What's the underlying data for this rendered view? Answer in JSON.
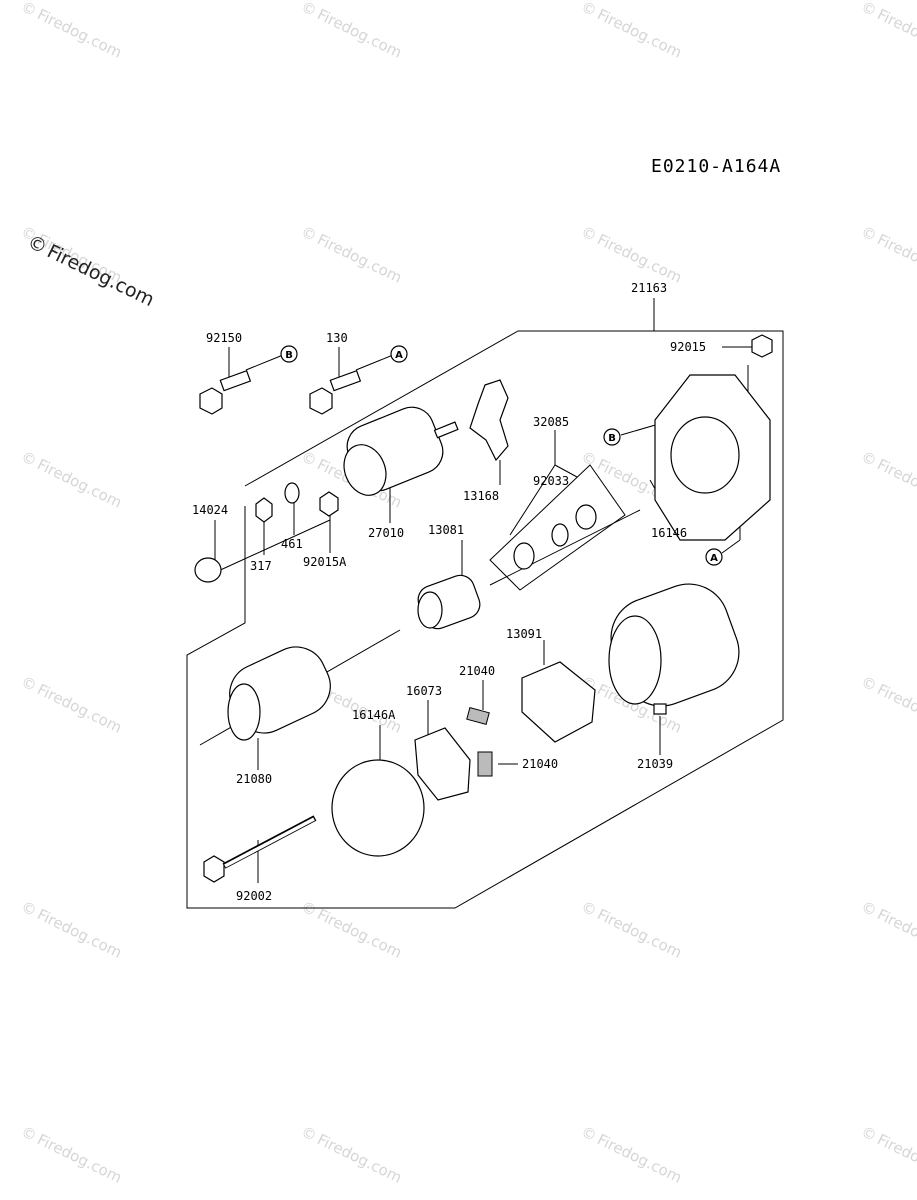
{
  "watermark": {
    "text": "Firedog.com",
    "symbol": "©"
  },
  "diagram": {
    "code": "E0210-A164A",
    "parts": [
      {
        "id": "21163",
        "label": "21163"
      },
      {
        "id": "92150",
        "label": "92150"
      },
      {
        "id": "130",
        "label": "130"
      },
      {
        "id": "92015",
        "label": "92015"
      },
      {
        "id": "32085",
        "label": "32085"
      },
      {
        "id": "92033",
        "label": "92033"
      },
      {
        "id": "13168",
        "label": "13168"
      },
      {
        "id": "14024",
        "label": "14024"
      },
      {
        "id": "27010",
        "label": "27010"
      },
      {
        "id": "13081",
        "label": "13081"
      },
      {
        "id": "16146",
        "label": "16146"
      },
      {
        "id": "461",
        "label": "461"
      },
      {
        "id": "317",
        "label": "317"
      },
      {
        "id": "92015A",
        "label": "92015A"
      },
      {
        "id": "13091",
        "label": "13091"
      },
      {
        "id": "21040a",
        "label": "21040"
      },
      {
        "id": "16073",
        "label": "16073"
      },
      {
        "id": "16146A",
        "label": "16146A"
      },
      {
        "id": "21080",
        "label": "21080"
      },
      {
        "id": "21040b",
        "label": "21040"
      },
      {
        "id": "21039",
        "label": "21039"
      },
      {
        "id": "92002",
        "label": "92002"
      }
    ],
    "refs": {
      "a": "A",
      "b": "B"
    }
  }
}
